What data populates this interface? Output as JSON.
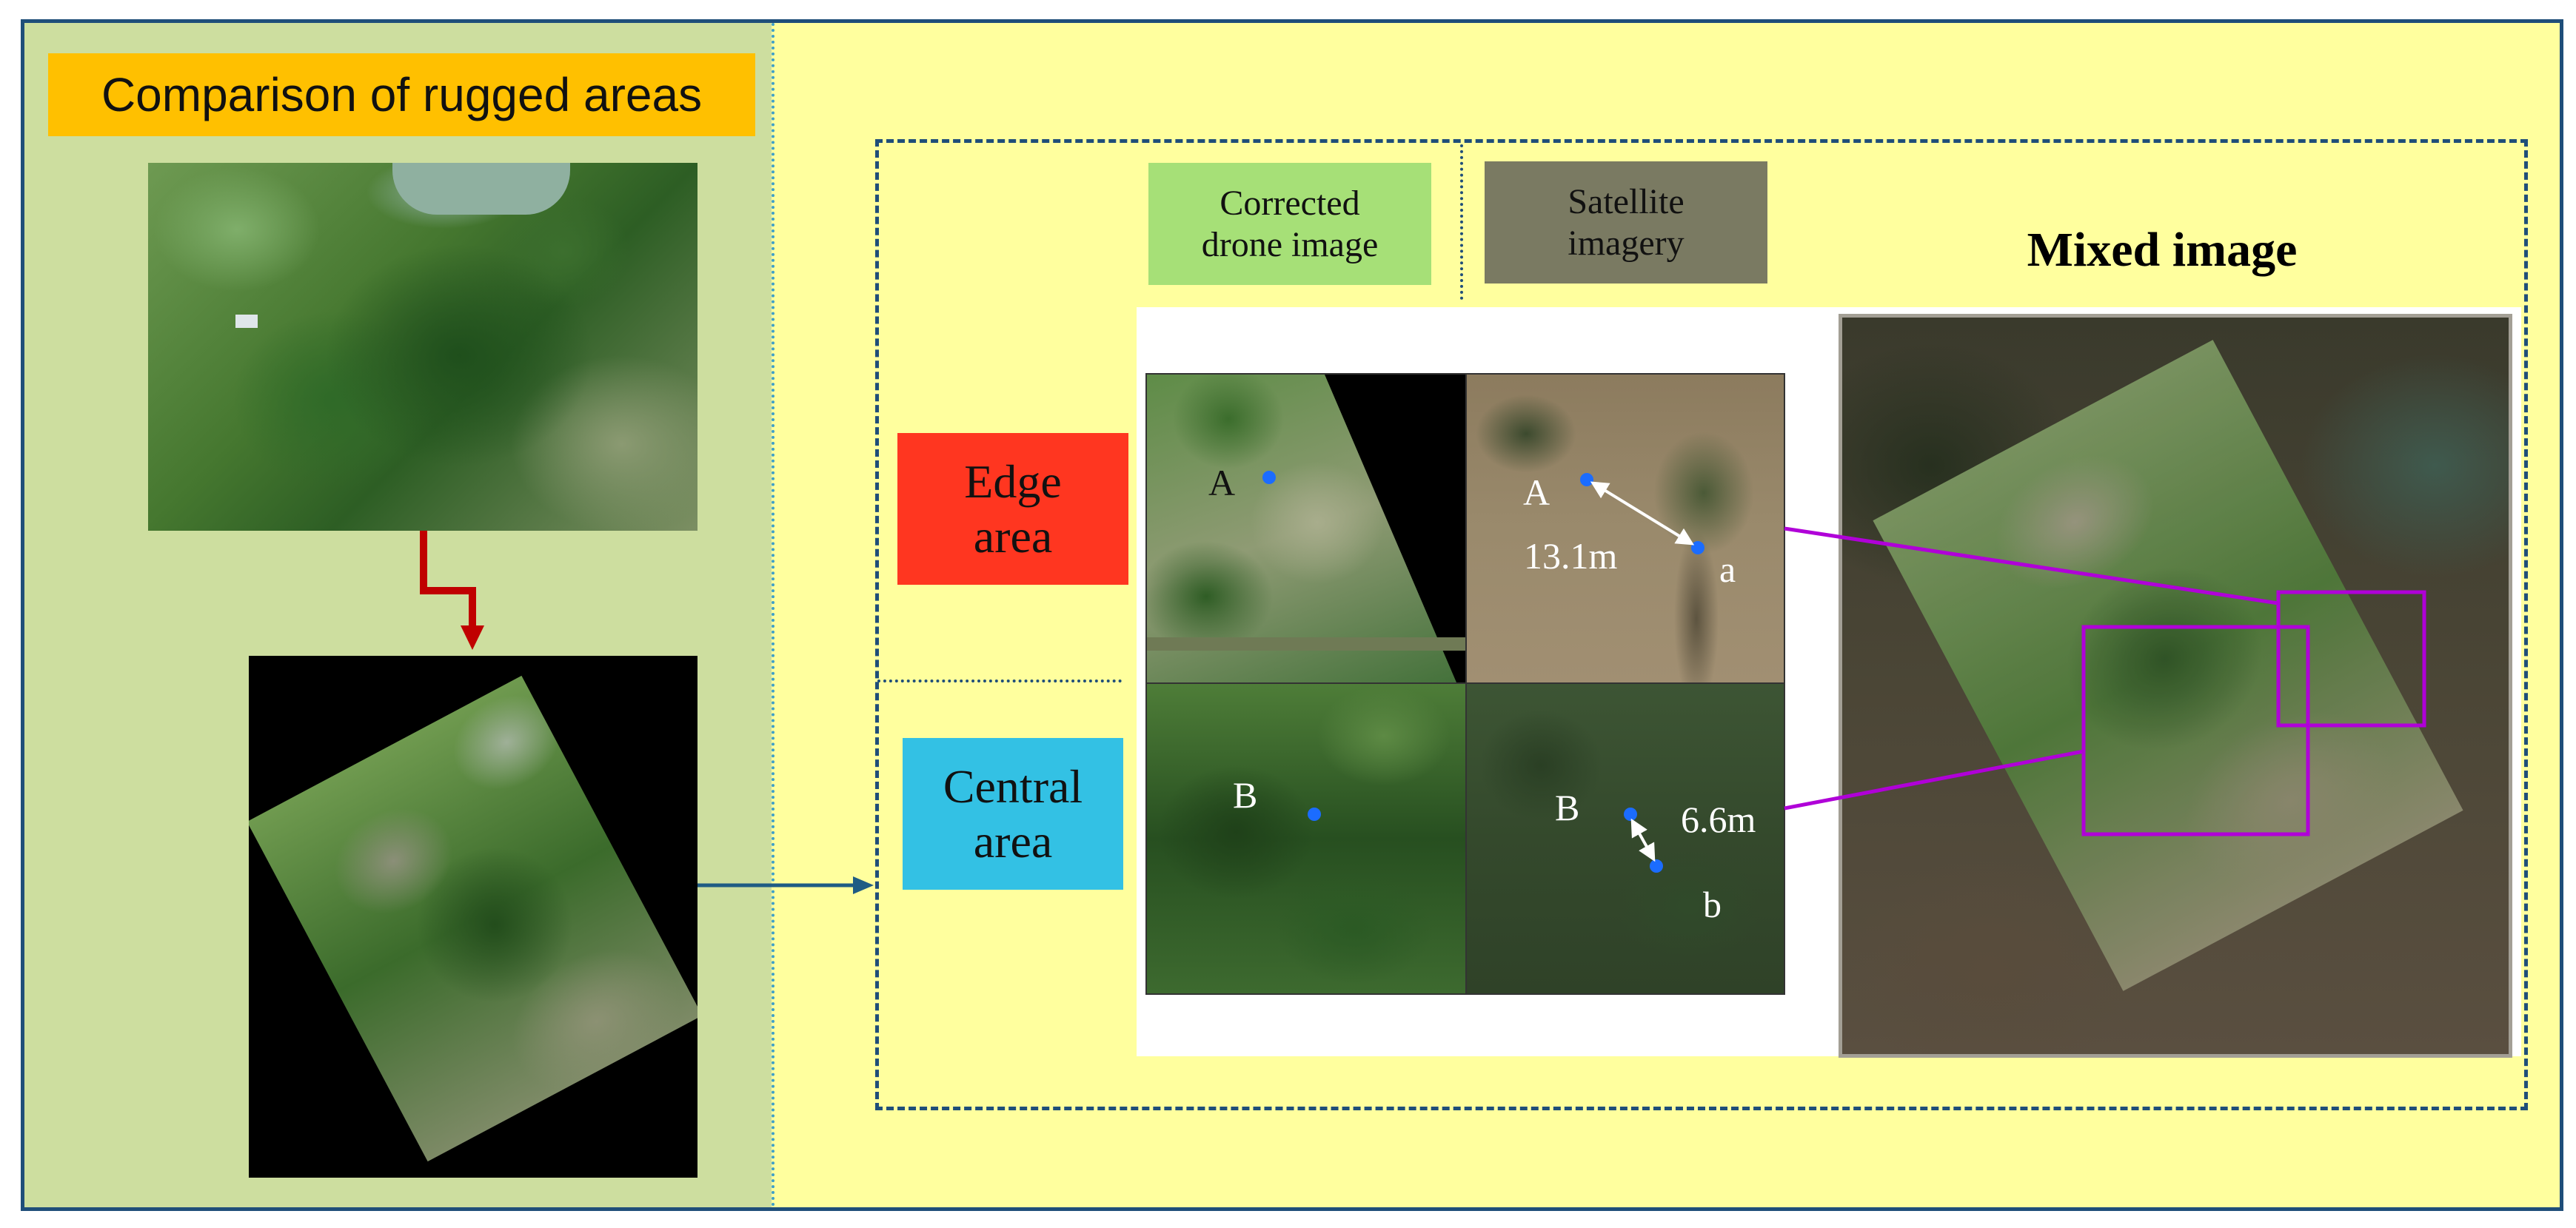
{
  "left_panel": {
    "title": "Comparison of rugged areas"
  },
  "columns": {
    "corrected": "Corrected\ndrone image",
    "satellite": "Satellite\nimagery",
    "mixed": "Mixed image"
  },
  "rows": {
    "edge": "Edge\narea",
    "central": "Central\narea"
  },
  "annotations": {
    "edge_drone_point": "A",
    "edge_sat_point": "A",
    "edge_sat_target": "a",
    "edge_distance": "13.1m",
    "central_drone_point": "B",
    "central_sat_point": "B",
    "central_sat_target": "b",
    "central_distance": "6.6m"
  },
  "colors": {
    "frame_border": "#1f4e79",
    "left_bg": "#cdde9f",
    "right_bg": "#ffff9e",
    "title_bg": "#ffc000",
    "edge_bg": "#ff3620",
    "central_bg": "#33c1e4",
    "corrected_bg": "#a6e077",
    "satellite_bg": "#7a7a62",
    "arrow_red": "#c00000",
    "arrow_blue": "#1f5c84",
    "highlight": "#b000d8",
    "point": "#1b6cff"
  }
}
